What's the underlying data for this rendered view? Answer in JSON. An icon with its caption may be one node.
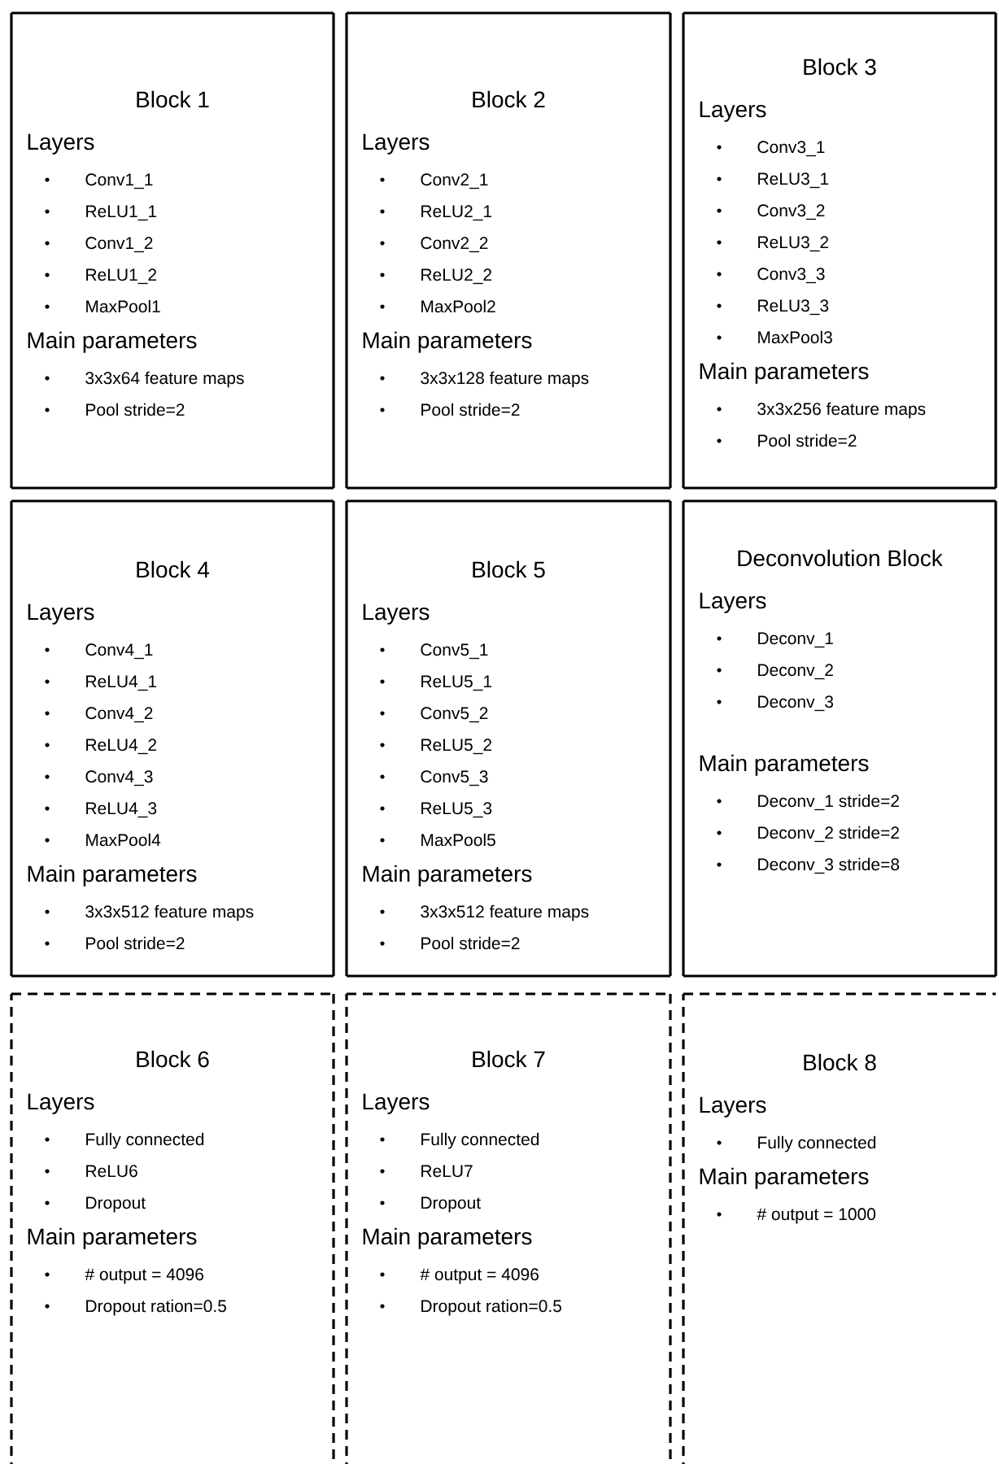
{
  "diagram": {
    "nodes": [
      {
        "text": [
          "Block 1",
          "Layers",
          "Conv1_1",
          "ReLU1_1",
          "Conv1_2",
          "ReLU1_2",
          "MaxPool1",
          "Main parameters",
          "3x3x64 feature maps",
          "Pool stride=2"
        ]
      },
      {
        "text": [
          "Block 2",
          "Layers",
          "Conv2_1",
          "ReLU2_1",
          "Conv2_2",
          "ReLU2_2",
          "MaxPool2",
          "Main parameters",
          "3x3x128 feature maps",
          "Pool stride=2"
        ]
      },
      {
        "text": [
          "Block 3",
          "Layers",
          "Conv3_1",
          "ReLU3_1",
          "Conv3_2",
          "ReLU3_2",
          "Conv3_3",
          "ReLU3_3",
          "MaxPool3",
          "Main parameters",
          "3x3x256 feature maps",
          "Pool stride=2"
        ]
      },
      {
        "text": [
          "Block 4",
          "Layers",
          "Conv4_1",
          "ReLU4_1",
          "Conv4_2",
          "ReLU4_2",
          "Conv4_3",
          "ReLU4_3",
          "MaxPool4",
          "Main parameters",
          "3x3x512 feature maps",
          "Pool stride=2"
        ]
      },
      {
        "text": [
          "Block 5",
          "Layers",
          "Conv5_1",
          "ReLU5_1",
          "Conv5_2",
          "ReLU5_2",
          "Conv5_3",
          "ReLU5_3",
          "MaxPool5",
          "Main parameters",
          "3x3x512 feature maps",
          "Pool stride=2"
        ]
      },
      {
        "text": [
          "Deconvolution Block",
          "Layers",
          "Deconv_1",
          "Deconv_2",
          "Deconv_3",
          "Main parameters",
          "Deconv_1 stride=2",
          "Deconv_2 stride=2",
          "Deconv_3 stride=8"
        ]
      },
      {
        "text": [
          "Block 6",
          "Layers",
          "Fully connected",
          "ReLU6",
          "Dropout",
          "Main parameters",
          "# output = 4096",
          "Dropout ration=0.5"
        ]
      },
      {
        "text": [
          "Block 7",
          "Layers",
          "Fully connected",
          "ReLU7",
          "Dropout",
          "Main parameters",
          "# output = 4096",
          "Dropout ration=0.5"
        ]
      },
      {
        "text": [
          "Block 8",
          "Layers",
          "Fully connected",
          "Main parameters",
          "# output = 1000"
        ]
      }
    ]
  }
}
